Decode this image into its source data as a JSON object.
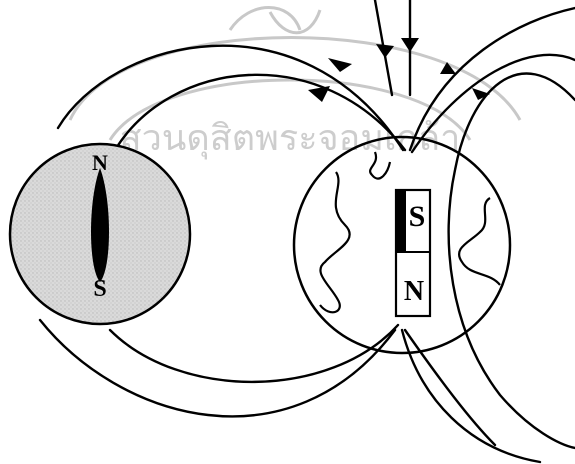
{
  "compass": {
    "north_label": "N",
    "south_label": "S"
  },
  "earth_magnet": {
    "top_pole_label": "S",
    "bottom_pole_label": "N"
  },
  "watermark": {
    "text": "สวนดุสิตพระจอมเกล้า",
    "kind": "seal-stamp"
  },
  "colors": {
    "ink": "#000000",
    "compass_fill": "#d6d6d6",
    "watermark": "#c8c8c8"
  }
}
